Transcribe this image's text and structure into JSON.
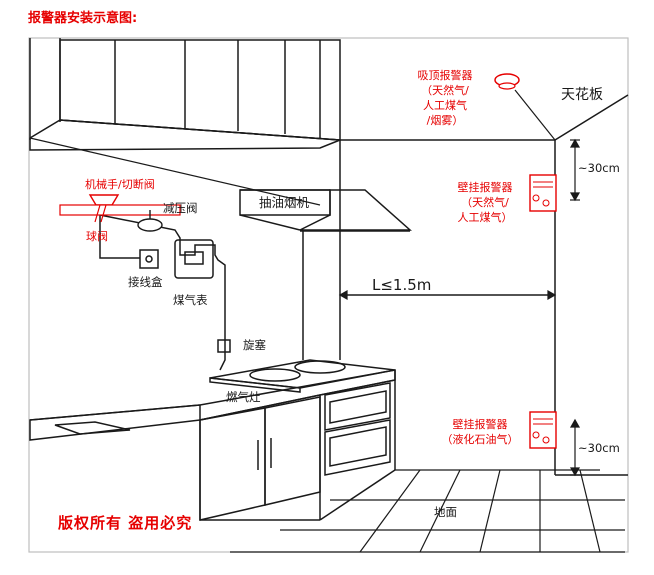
{
  "title": "报警器安装示意图:",
  "labels": {
    "ceiling_detector": [
      "吸顶报警器",
      "（天然气/",
      "人工煤气",
      "/烟雾）"
    ],
    "ceiling": "天花板",
    "wall_detector_top": [
      "壁挂报警器",
      "（天然气/",
      "人工煤气）"
    ],
    "wall_detector_bottom": [
      "壁挂报警器",
      "（液化石油气）"
    ],
    "range_hood": "抽油烟机",
    "shutoff_valve": "机械手/切断阀",
    "pressure_reducer": "减压阀",
    "ball_valve": "球阀",
    "junction_box": "接线盒",
    "gas_meter": "煤气表",
    "plug_valve": "旋塞",
    "stove": "燃气灶",
    "floor": "地面",
    "distance": "L≤1.5m",
    "gap_top": "~30cm",
    "gap_bottom": "~30cm",
    "copyright": "版权所有  盗用必究"
  },
  "colors": {
    "accent": "#e60000",
    "line": "#1a1a1a",
    "frame": "#bfbfbf"
  }
}
